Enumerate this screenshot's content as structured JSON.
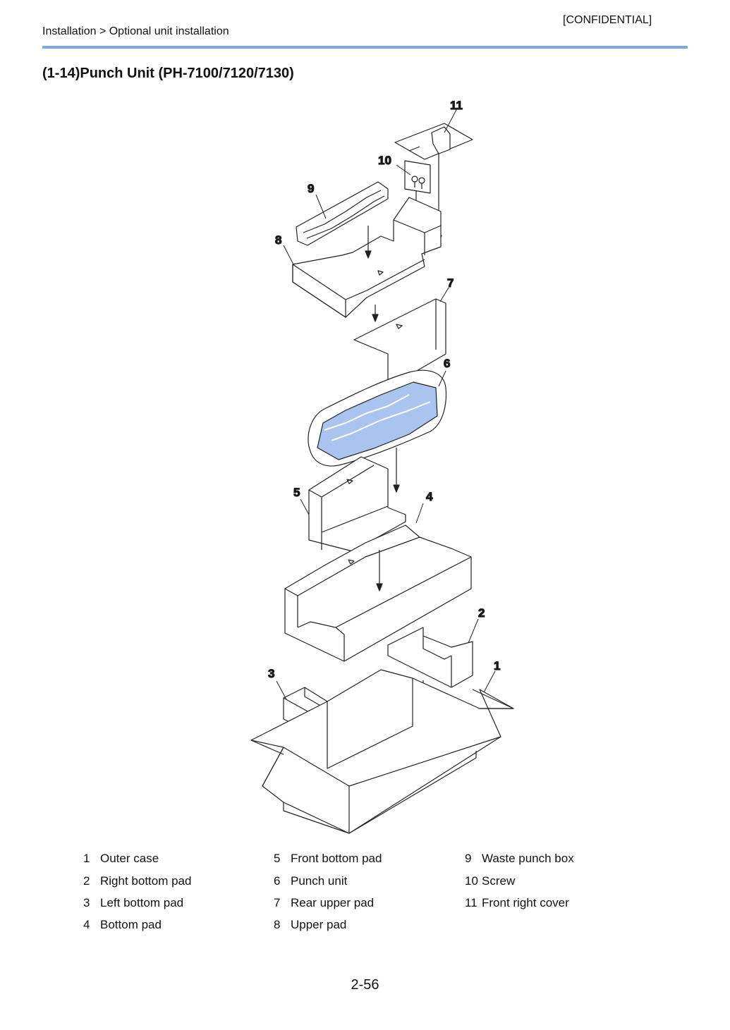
{
  "header": {
    "confidential": "[CONFIDENTIAL]",
    "breadcrumb": "Installation > Optional unit installation"
  },
  "section_title": "(1-14)Punch Unit (PH-7100/7120/7130)",
  "figure": {
    "callouts": [
      "1",
      "2",
      "3",
      "4",
      "5",
      "6",
      "7",
      "8",
      "9",
      "10",
      "11"
    ],
    "colors": {
      "line": "#222222",
      "punch_unit_fill": "#a9c4ee",
      "accent_rule": "#7da7e8"
    }
  },
  "legend": [
    {
      "num": "1",
      "label": "Outer case"
    },
    {
      "num": "2",
      "label": "Right bottom pad"
    },
    {
      "num": "3",
      "label": "Left bottom pad"
    },
    {
      "num": "4",
      "label": "Bottom pad"
    },
    {
      "num": "5",
      "label": "Front bottom pad"
    },
    {
      "num": "6",
      "label": "Punch unit"
    },
    {
      "num": "7",
      "label": "Rear upper pad"
    },
    {
      "num": "8",
      "label": "Upper pad"
    },
    {
      "num": "9",
      "label": "Waste punch box"
    },
    {
      "num": "10",
      "label": "Screw"
    },
    {
      "num": "11",
      "label": "Front right cover"
    }
  ],
  "page_number": "2-56"
}
